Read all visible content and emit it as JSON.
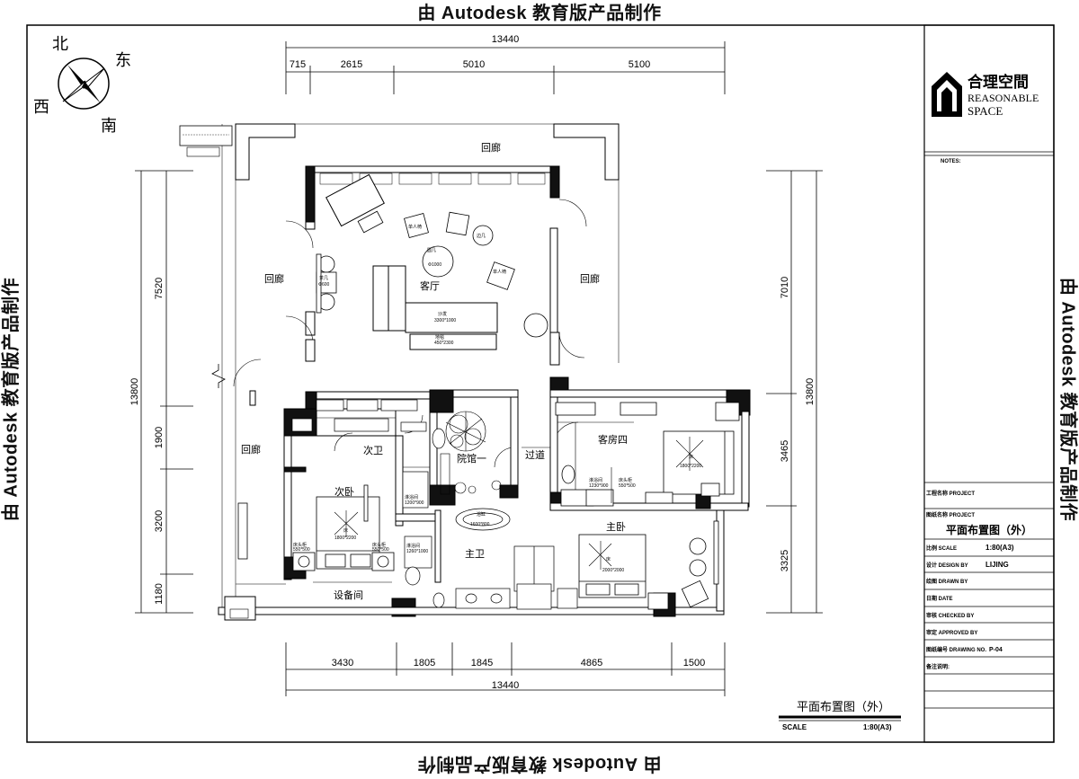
{
  "watermark": "由 Autodesk 教育版产品制作",
  "compass": {
    "north": "北",
    "east": "东",
    "south": "南",
    "west": "西"
  },
  "dimensions": {
    "top_total": "13440",
    "top_segments": [
      "715",
      "2615",
      "5010",
      "5100"
    ],
    "bottom_total": "13440",
    "bottom_segments": [
      "3430",
      "1805",
      "1845",
      "4865",
      "1500"
    ],
    "left_total": "13800",
    "left_segments": [
      "7520",
      "1900",
      "3200",
      "1180"
    ],
    "right_total": "13800",
    "right_segments": [
      "7010",
      "3465",
      "3325"
    ]
  },
  "rooms": {
    "corridor_top": "回廊",
    "corridor_left_upper": "回廊",
    "corridor_right": "回廊",
    "corridor_left_lower": "回廊",
    "living_room": "客厅",
    "second_bath": "次卫",
    "courtyard": "院馆一",
    "passage": "过道",
    "guest_room": "客房四",
    "second_bedroom": "次卧",
    "master_bedroom": "主卧",
    "master_bath": "主卫",
    "equipment_room": "设备间"
  },
  "furniture_labels": {
    "sofa": "沙发",
    "sofa_size": "3300*1000",
    "rug": "地毯",
    "rug_size": "450*2300",
    "round_table": "圆几",
    "round_table_size": "Φ1000",
    "side_table": "边几",
    "side_table_size": "Φ600",
    "tea_table": "茶几",
    "tea_table_size": "Φ600",
    "chair": "单人椅",
    "bed": "床",
    "bed_size_second": "1800*2200",
    "bed_size_guest": "1800*2200",
    "bed_size_master": "2000*2000",
    "nightstand": "床头柜",
    "nightstand_size": "550*500",
    "shower": "淋浴间",
    "shower_size_second": "1200*900",
    "shower_size_guest": "1230*900",
    "shower_size_master": "1260*1000",
    "bathtub": "浴缸",
    "bathtub_size": "1600*800"
  },
  "title_block": {
    "company_cn": "合理空間",
    "company_en_1": "REASONABLE",
    "company_en_2": "SPACE",
    "notes": "NOTES:",
    "project_row1": "工程名称 PROJECT",
    "project_row2": "图纸名称 PROJECT",
    "drawing_title": "平面布置图（外）",
    "scale_label": "比例 SCALE",
    "scale_value": "1:80(A3)",
    "design_label": "设计 DESIGN BY",
    "design_value": "LIJING",
    "drawn_label": "绘图 DRAWN BY",
    "date_label": "日期 DATE",
    "checked_label": "审核 CHECKED BY",
    "approved_label": "审定 APPROVED BY",
    "drawing_no_label": "图纸编号 DRAWING NO.",
    "drawing_no_value": "P-04",
    "remarks_label": "备注说明:"
  },
  "plan_caption": {
    "title": "平面布置图（外）",
    "scale_label": "SCALE",
    "scale_value": "1:80(A3)"
  }
}
